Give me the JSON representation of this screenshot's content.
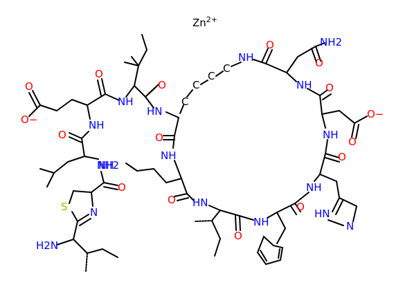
{
  "ion": {
    "symbol": "Zn",
    "charge": "2+"
  },
  "atom_labels": {
    "nh2_asn": "NH2",
    "nh_asn": "NH",
    "nh_top": "NH",
    "c1": "C",
    "c2": "C",
    "c3": "C",
    "c4": "C",
    "carboxylate_left": "O−",
    "carboxylate_right": "O−",
    "nh_ile_left": "NH",
    "hn_ile": "HN",
    "nh_glu": "NH",
    "nh_ring_left": "NH",
    "nh_leu": "NH",
    "nh2_lys": "NH2",
    "nh_asp": "NH",
    "nh_his": "NH",
    "hn_orn": "HN",
    "nh_phe": "NH",
    "thiazoline_s": "S",
    "thiazoline_n": "N",
    "imidazole_hn": "HN",
    "imidazole_n": "N",
    "h2n_ile": "H2N"
  },
  "oxygens": [
    "O",
    "O",
    "O",
    "O",
    "O",
    "O",
    "O",
    "O",
    "O",
    "O",
    "O",
    "O",
    "O",
    "O",
    "O",
    "O"
  ],
  "colors": {
    "carbon_bond": "#000000",
    "nitrogen": "#0000ff",
    "oxygen": "#ff0000",
    "sulfur": "#b2b200",
    "text_default": "#000000"
  }
}
